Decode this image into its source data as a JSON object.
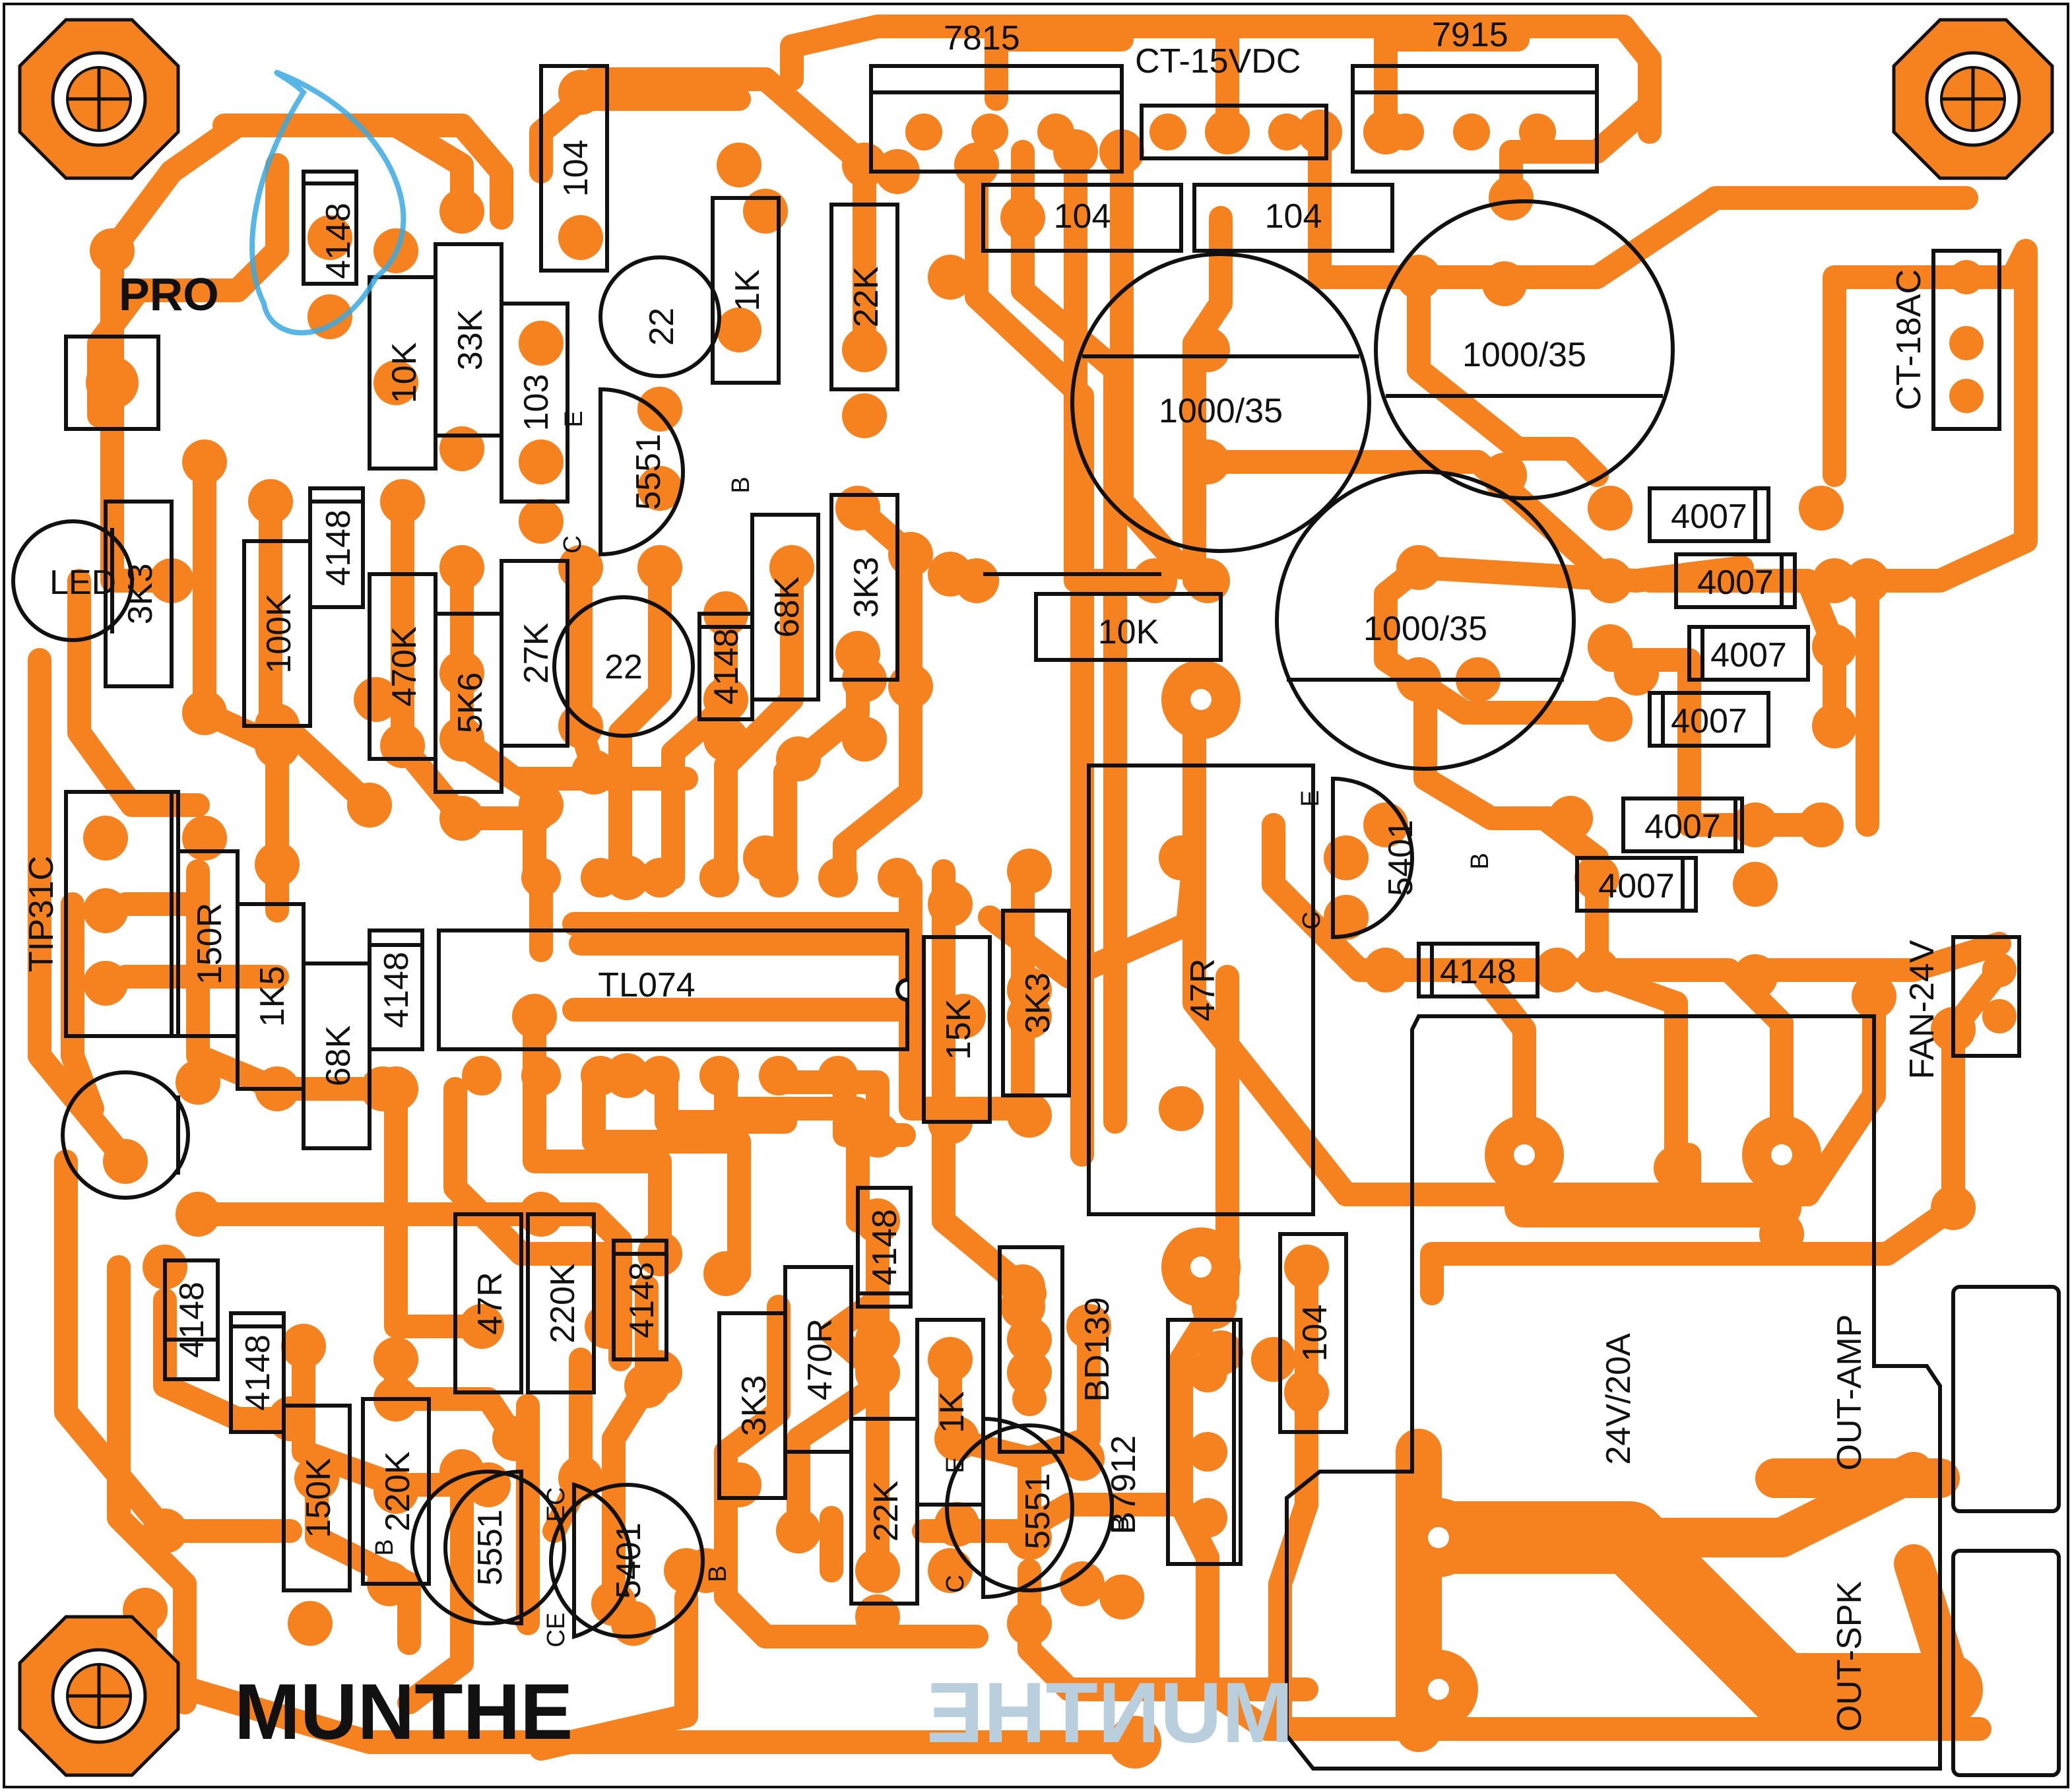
{
  "brand": "MUNTHE",
  "brand_mirrored": "MUNTHE",
  "colors": {
    "copper": "#f5821f",
    "outline": "#111111",
    "background": "#ffffff",
    "silkscreen_watermark": "#b9cfdd",
    "highlight_marker": "#3aa9e0"
  },
  "icons": [
    "mounting-hole-icon",
    "ic-notch-icon"
  ],
  "labels": {
    "pro": "PRO",
    "led": "LED",
    "tip31c": "TIP31C",
    "tl074": "TL074",
    "ct15": "CT-15VDC",
    "ct18": "CT-18AC",
    "fan": "FAN-24V",
    "relay": "24V/20A",
    "out_amp": "OUT-AMP",
    "out_spk": "OUT-SPK",
    "bd139": "BD139",
    "b7912": "B7912",
    "reg_7815": "7815",
    "reg_7915": "7915"
  },
  "components": {
    "r_4148_top": "4148",
    "c_104_top": "104",
    "c_22_a": "22",
    "r_1k_top": "1K",
    "r_22k_top": "22K",
    "r_10k_a": "10K",
    "r_33k": "33K",
    "c_103": "103",
    "t_5551_a": "5551",
    "r_3k3_a": "3K3",
    "r_100k": "100K",
    "d_4148_b": "4148",
    "r_470k": "470K",
    "r_5k6": "5K6",
    "r_27k": "27K",
    "c_22_b": "22",
    "d_4148_c": "4148",
    "r_68k_a": "68K",
    "r_3k3_b": "3K3",
    "c_104_a": "104",
    "c_104_b": "104",
    "cap_1000_a": "1000/35",
    "cap_1000_b": "1000/35",
    "cap_1000_c": "1000/35",
    "r_10k_b": "10K",
    "d_4007_1": "4007",
    "d_4007_2": "4007",
    "d_4007_3": "4007",
    "d_4007_4": "4007",
    "d_4007_5": "4007",
    "d_4007_6": "4007",
    "t_5401_a": "5401",
    "d_4148_d": "4148",
    "r_47r_big": "47R",
    "r_150r": "150R",
    "r_1k5": "1K5",
    "r_68k_b": "68K",
    "d_4148_e": "4148",
    "r_15k": "15K",
    "r_3k3_c": "3K3",
    "d_4148_f": "4148",
    "d_4148_g": "4148",
    "r_47r": "47R",
    "r_220k_a": "220K",
    "d_4148_h": "4148",
    "r_150k": "150K",
    "r_220k_b": "220K",
    "t_5551_b": "5551",
    "t_5401_b": "5401",
    "r_3k3_d": "3K3",
    "r_470r": "470R",
    "d_4148_i": "4148",
    "r_1k_b": "1K",
    "r_22k_b": "22K",
    "t_5551_c": "5551",
    "c_104_c": "104"
  },
  "pins": {
    "e": "E",
    "b": "B",
    "c": "C",
    "ce": "CE",
    "ec": "EC"
  }
}
